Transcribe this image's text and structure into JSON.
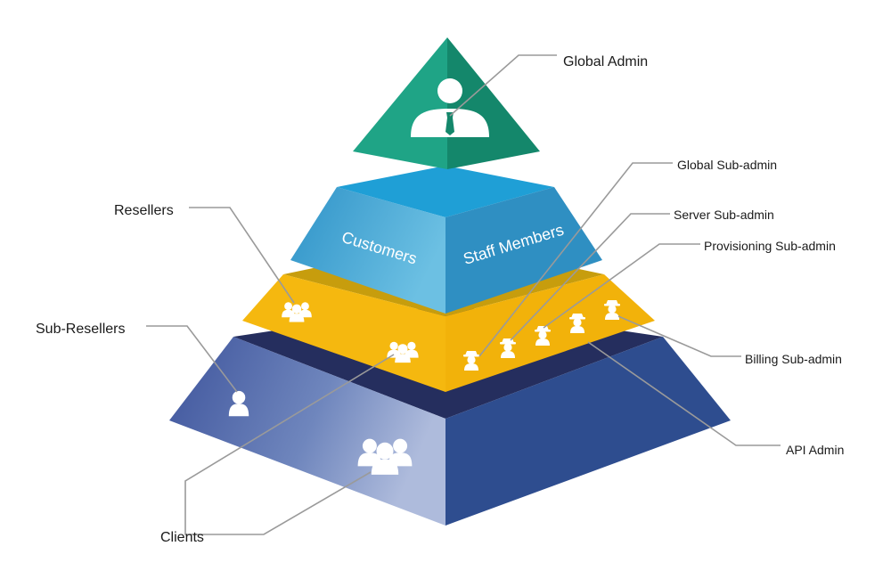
{
  "tiers": {
    "top": {
      "colors": {
        "left": "#1fa486",
        "right": "#14876b",
        "top": "#22b593"
      }
    },
    "second": {
      "face_left": "Customers",
      "face_right": "Staff Members",
      "colors": {
        "top": "#1f9fd6",
        "left": "#3fa3cf",
        "right": "#2f8fc2"
      }
    },
    "third": {
      "colors": {
        "top": "#c79d0d",
        "left": "#f5b80f",
        "right": "#f2b20a"
      }
    },
    "bottom": {
      "colors": {
        "top": "#252e5e",
        "left": "#4a64a8",
        "right": "#2e4d8f"
      }
    }
  },
  "labels": {
    "global_admin": "Global Admin",
    "global_sub_admin": "Global Sub-admin",
    "server_sub_admin": "Server Sub-admin",
    "provisioning_sub_admin": "Provisioning Sub-admin",
    "billing_sub_admin": "Billing Sub-admin",
    "api_admin": "API Admin",
    "resellers": "Resellers",
    "sub_resellers": "Sub-Resellers",
    "clients": "Clients"
  },
  "icons": {
    "admin": "admin-user-icon",
    "group": "user-group-icon",
    "user": "single-user-icon",
    "sub_admin": "sub-admin-icon"
  }
}
